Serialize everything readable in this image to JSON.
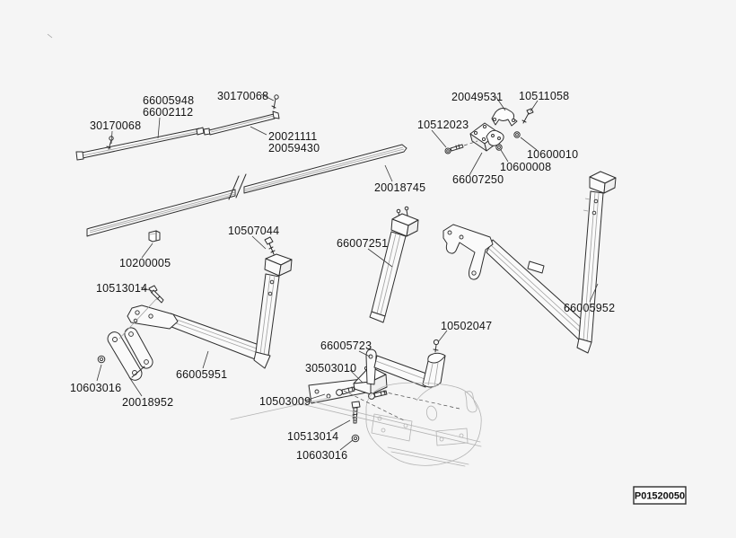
{
  "figure": {
    "type": "exploded-parts-diagram",
    "background_color": "#f5f5f5",
    "line_color": "#2e2e2e",
    "ghost_line_color": "#b3b3b3",
    "drawing_number": "P01520050"
  },
  "part_labels": [
    {
      "text": "66005948"
    },
    {
      "text": "66002112"
    },
    {
      "text": "30170068"
    },
    {
      "text": "30170068"
    },
    {
      "text": "20021111"
    },
    {
      "text": "20059430"
    },
    {
      "text": "20049531"
    },
    {
      "text": "10511058"
    },
    {
      "text": "10512023"
    },
    {
      "text": "10600010"
    },
    {
      "text": "10600008"
    },
    {
      "text": "66007250"
    },
    {
      "text": "20018745"
    },
    {
      "text": "10507044"
    },
    {
      "text": "10200005"
    },
    {
      "text": "66007251"
    },
    {
      "text": "66005952"
    },
    {
      "text": "10513014"
    },
    {
      "text": "10603016"
    },
    {
      "text": "20018952"
    },
    {
      "text": "66005951"
    },
    {
      "text": "10502047"
    },
    {
      "text": "66005723"
    },
    {
      "text": "30503010"
    },
    {
      "text": "10503009"
    },
    {
      "text": "10513014"
    },
    {
      "text": "10603016"
    }
  ]
}
